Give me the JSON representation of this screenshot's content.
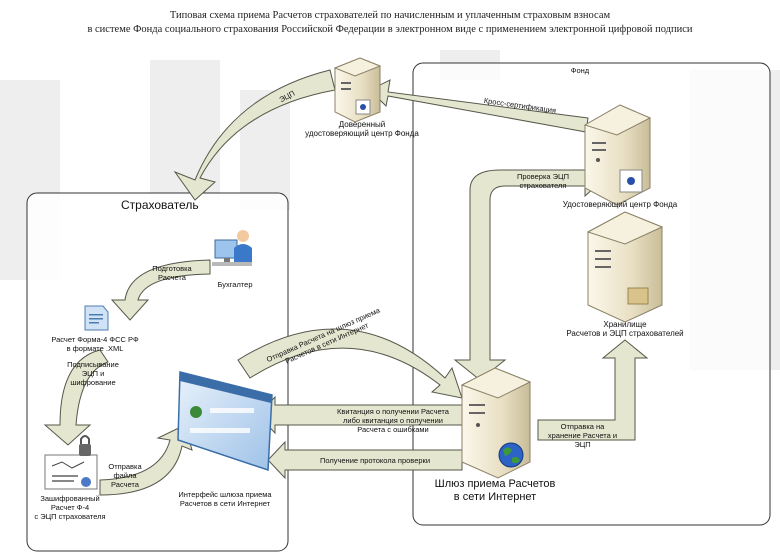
{
  "title_line1": "Типовая схема приема Расчетов страхователей по начисленным и уплаченным страховым взносам",
  "title_line2": "в системе Фонда социального страхования Российской Федерации в электронном виде с применением электронной цифровой подписи",
  "panels": {
    "insurer": "Страхователь",
    "fund": "Фонд"
  },
  "nodes": {
    "trusted_ca": [
      "Доверенный",
      "удостоверяющий центр Фонда"
    ],
    "fund_ca": "Удостоверяющий центр Фонда",
    "storage": [
      "Хранилище",
      "Расчетов и ЭЦП страхователей"
    ],
    "gateway": [
      "Шлюз приема Расчетов",
      "в сети Интернет"
    ],
    "accountant": "Бухгалтер",
    "form_file": [
      "Расчет Форма-4 ФСС РФ",
      "в формате .XML"
    ],
    "encrypted": [
      "Зашифрованный",
      "Расчет Ф-4",
      "с ЭЦП страхователя"
    ],
    "gateway_interface": [
      "Интерфейс шлюза приема",
      "Расчетов в сети Интернет"
    ]
  },
  "arrows": {
    "ecp": "ЭЦП",
    "cross_cert": "Кросс-сертификация",
    "check_ecp": [
      "Проверка ЭЦП",
      "страхователя"
    ],
    "prepare": [
      "Подготовка",
      "Расчета"
    ],
    "sign_encrypt": [
      "Подписывание",
      "ЭЦП и",
      "шифрование"
    ],
    "send_file": [
      "Отправка",
      "файла",
      "Расчета"
    ],
    "send_to_gateway": [
      "Отправка Расчета на шлюз приема",
      "Расчетов в сети Интернет"
    ],
    "receipt": [
      "Квитанция о получении Расчета",
      "либо квитанция о получении",
      "Расчета с ошибками"
    ],
    "protocol": "Получение протокола проверки",
    "to_storage": [
      "Отправка на",
      "хранение Расчета и",
      "ЭЦП"
    ]
  },
  "colors": {
    "arrow_fill": "#e4e6cf",
    "arrow_stroke": "#55584a",
    "server_body": "#e9e1c8",
    "panel_border": "#333333"
  }
}
